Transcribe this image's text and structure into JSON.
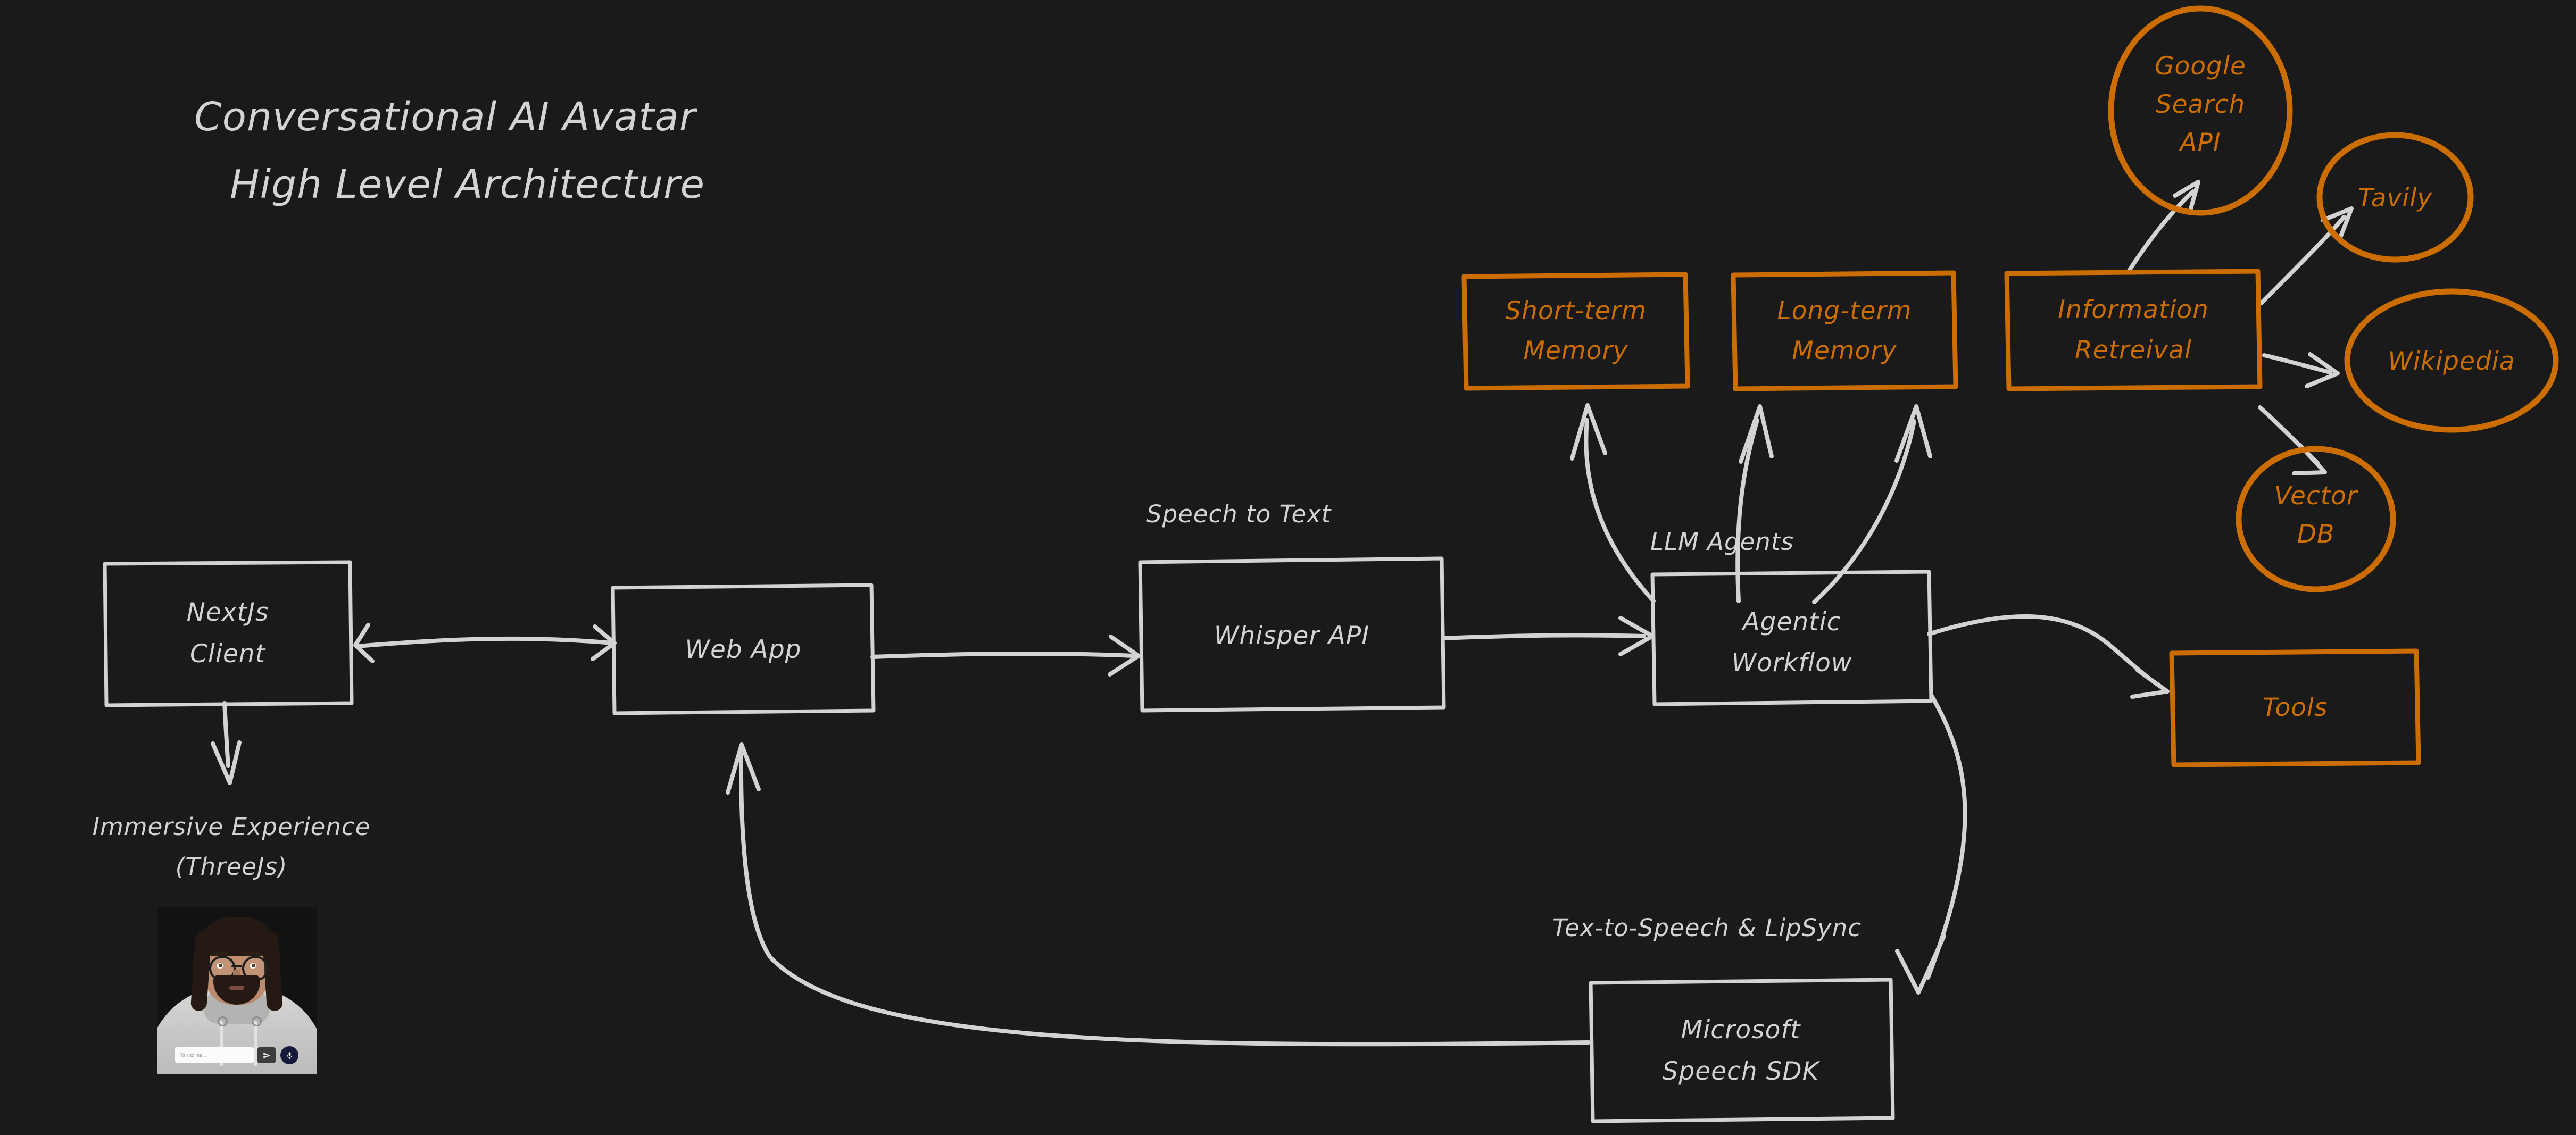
{
  "title": {
    "line1": "Conversational AI Avatar",
    "line2": "High Level Architecture"
  },
  "colors": {
    "background": "#1a1a1a",
    "stroke_white": "#d3d3d3",
    "stroke_orange": "#cc6d00",
    "text_white": "#d3d3d3",
    "text_orange": "#cc6d00"
  },
  "nodes": {
    "nextjs_client": {
      "label_line1": "NextJs",
      "label_line2": "Client",
      "shape": "rectangle",
      "color": "white"
    },
    "web_app": {
      "label_line1": "Web App",
      "label_line2": "",
      "shape": "rectangle",
      "color": "white"
    },
    "whisper_api": {
      "label_line1": "Whisper API",
      "label_line2": "",
      "shape": "rectangle",
      "color": "white"
    },
    "agentic_workflow": {
      "label_line1": "Agentic",
      "label_line2": "Workflow",
      "shape": "rectangle",
      "color": "white"
    },
    "microsoft_speech_sdk": {
      "label_line1": "Microsoft",
      "label_line2": "Speech SDK",
      "shape": "rectangle",
      "color": "white"
    },
    "short_term_memory": {
      "label_line1": "Short-term",
      "label_line2": "Memory",
      "shape": "rectangle",
      "color": "orange"
    },
    "long_term_memory": {
      "label_line1": "Long-term",
      "label_line2": "Memory",
      "shape": "rectangle",
      "color": "orange"
    },
    "information_retrieval": {
      "label_line1": "Information",
      "label_line2": "Retreival",
      "shape": "rectangle",
      "color": "orange"
    },
    "tools": {
      "label_line1": "Tools",
      "label_line2": "",
      "shape": "rectangle",
      "color": "orange"
    },
    "google_search_api": {
      "label_line1": "Google",
      "label_line2": "Search",
      "label_line3": "API",
      "shape": "ellipse",
      "color": "orange"
    },
    "tavily": {
      "label_line1": "Tavily",
      "label_line2": "",
      "shape": "ellipse",
      "color": "orange"
    },
    "wikipedia": {
      "label_line1": "Wikipedia",
      "label_line2": "",
      "shape": "ellipse",
      "color": "orange"
    },
    "vector_db": {
      "label_line1": "Vector",
      "label_line2": "DB",
      "shape": "ellipse",
      "color": "orange"
    }
  },
  "edge_labels": {
    "speech_to_text": "Speech to Text",
    "llm_agents": "LLM Agents",
    "text_to_speech_lipsync": "Tex-to-Speech & LipSync"
  },
  "captions": {
    "immersive_line1": "Immersive Experience",
    "immersive_line2": "(ThreeJs)"
  },
  "avatar": {
    "input_placeholder": "Talk to me...",
    "send_icon": "send-paper-plane-icon",
    "mic_icon": "microphone-icon"
  },
  "icons": {
    "arrow_head": "arrow-head-icon"
  }
}
